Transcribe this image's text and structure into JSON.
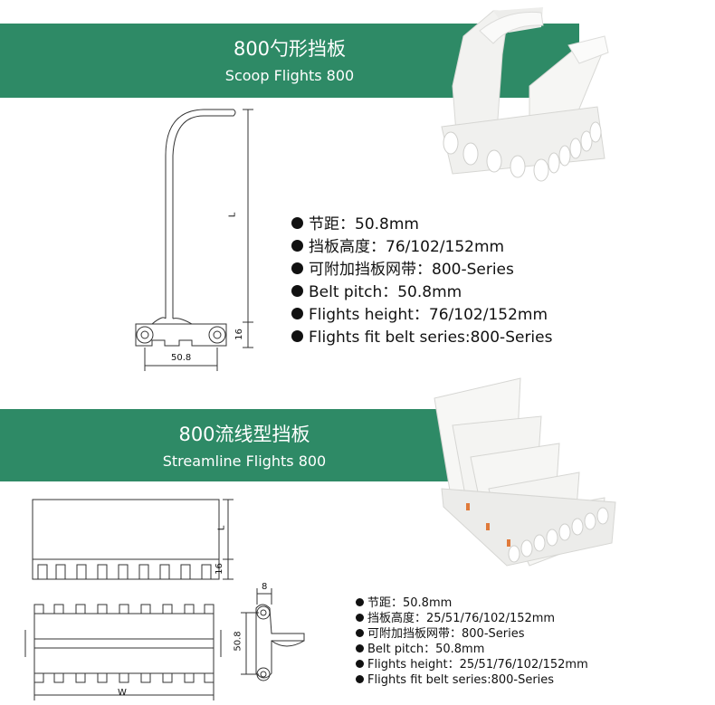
{
  "section1": {
    "title_cn": "800勺形挡板",
    "title_en": "Scoop Flights 800",
    "dim_L": "L",
    "dim_16": "16",
    "dim_pitch": "50.8",
    "specs": [
      "节距：50.8mm",
      "挡板高度：76/102/152mm",
      "可附加挡板网带：800-Series",
      "Belt pitch：50.8mm",
      "Flights height：76/102/152mm",
      "Flights fit belt series:800-Series"
    ]
  },
  "section2": {
    "title_cn": "800流线型挡板",
    "title_en": "Streamline Flights 800",
    "dim_L": "L",
    "dim_16": "16",
    "dim_W": "W",
    "dim_8": "8",
    "dim_pitch": "50.8",
    "specs": [
      "节距：50.8mm",
      "挡板高度：25/51/76/102/152mm",
      "可附加挡板网带：800-Series",
      "Belt pitch：50.8mm",
      "Flights height：25/51/76/102/152mm",
      "Flights fit belt series:800-Series"
    ]
  },
  "colors": {
    "band": "#2e8a66",
    "product": "#f4f4f2",
    "accent_orange": "#e07a3a"
  }
}
